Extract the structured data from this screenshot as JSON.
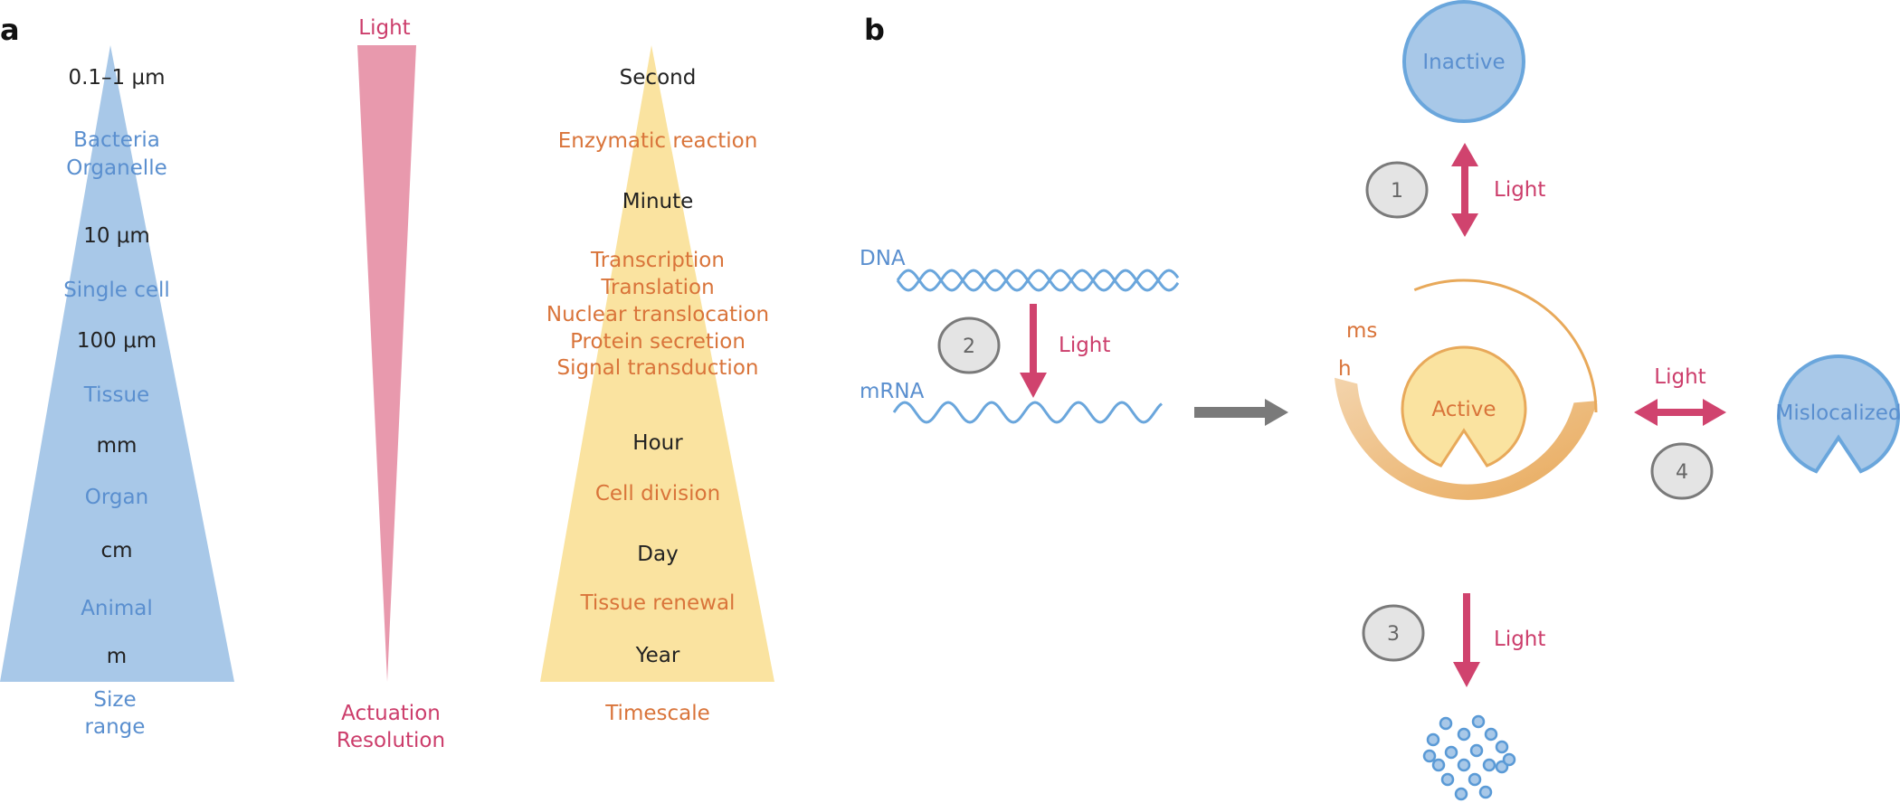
{
  "colors": {
    "blue_fill": "#a8c8e8",
    "blue_text": "#5a8fcf",
    "blue_stroke": "#6aa6dc",
    "pink_fill": "#e899ad",
    "pink_text": "#cc3d6b",
    "yellow_fill": "#fae3a0",
    "orange_text": "#d9743a",
    "orange": "#e8a95a",
    "dark_text": "#222222",
    "gray": "#7a7a7a",
    "gray_fill": "#e4e4e4"
  },
  "panel_a": {
    "label": "a",
    "size": {
      "items": [
        {
          "text": "0.1–1 μm",
          "kind": "dark"
        },
        {
          "text": "Bacteria",
          "kind": "blue"
        },
        {
          "text": "Organelle",
          "kind": "blue"
        },
        {
          "text": "10 μm",
          "kind": "dark"
        },
        {
          "text": "Single cell",
          "kind": "blue"
        },
        {
          "text": "100 μm",
          "kind": "dark"
        },
        {
          "text": "Tissue",
          "kind": "blue"
        },
        {
          "text": "mm",
          "kind": "dark"
        },
        {
          "text": "Organ",
          "kind": "blue"
        },
        {
          "text": "cm",
          "kind": "dark"
        },
        {
          "text": "Animal",
          "kind": "blue"
        },
        {
          "text": "m",
          "kind": "dark"
        }
      ],
      "caption_line1": "Size",
      "caption_line2": "range"
    },
    "light": {
      "top_label": "Light",
      "caption_line1": "Actuation",
      "caption_line2": "Resolution"
    },
    "time": {
      "items": [
        {
          "text": "Second",
          "kind": "dark"
        },
        {
          "text": "Enzymatic reaction",
          "kind": "orange"
        },
        {
          "text": "Minute",
          "kind": "dark"
        },
        {
          "text": "Transcription",
          "kind": "orange"
        },
        {
          "text": "Translation",
          "kind": "orange"
        },
        {
          "text": "Nuclear translocation",
          "kind": "orange"
        },
        {
          "text": "Protein secretion",
          "kind": "orange"
        },
        {
          "text": "Signal transduction",
          "kind": "orange"
        },
        {
          "text": "Hour",
          "kind": "dark"
        },
        {
          "text": "Cell division",
          "kind": "orange"
        },
        {
          "text": "Day",
          "kind": "dark"
        },
        {
          "text": "Tissue renewal",
          "kind": "orange"
        },
        {
          "text": "Year",
          "kind": "dark"
        }
      ],
      "caption": "Timescale"
    }
  },
  "panel_b": {
    "label": "b",
    "dna_label": "DNA",
    "mrna_label": "mRNA",
    "light_label": "Light",
    "inactive_label": "Inactive",
    "active_label": "Active",
    "mislocalized_label": "Mislocalized",
    "ms_label": "ms",
    "h_label": "h",
    "step_numbers": [
      "1",
      "2",
      "3",
      "4"
    ]
  }
}
